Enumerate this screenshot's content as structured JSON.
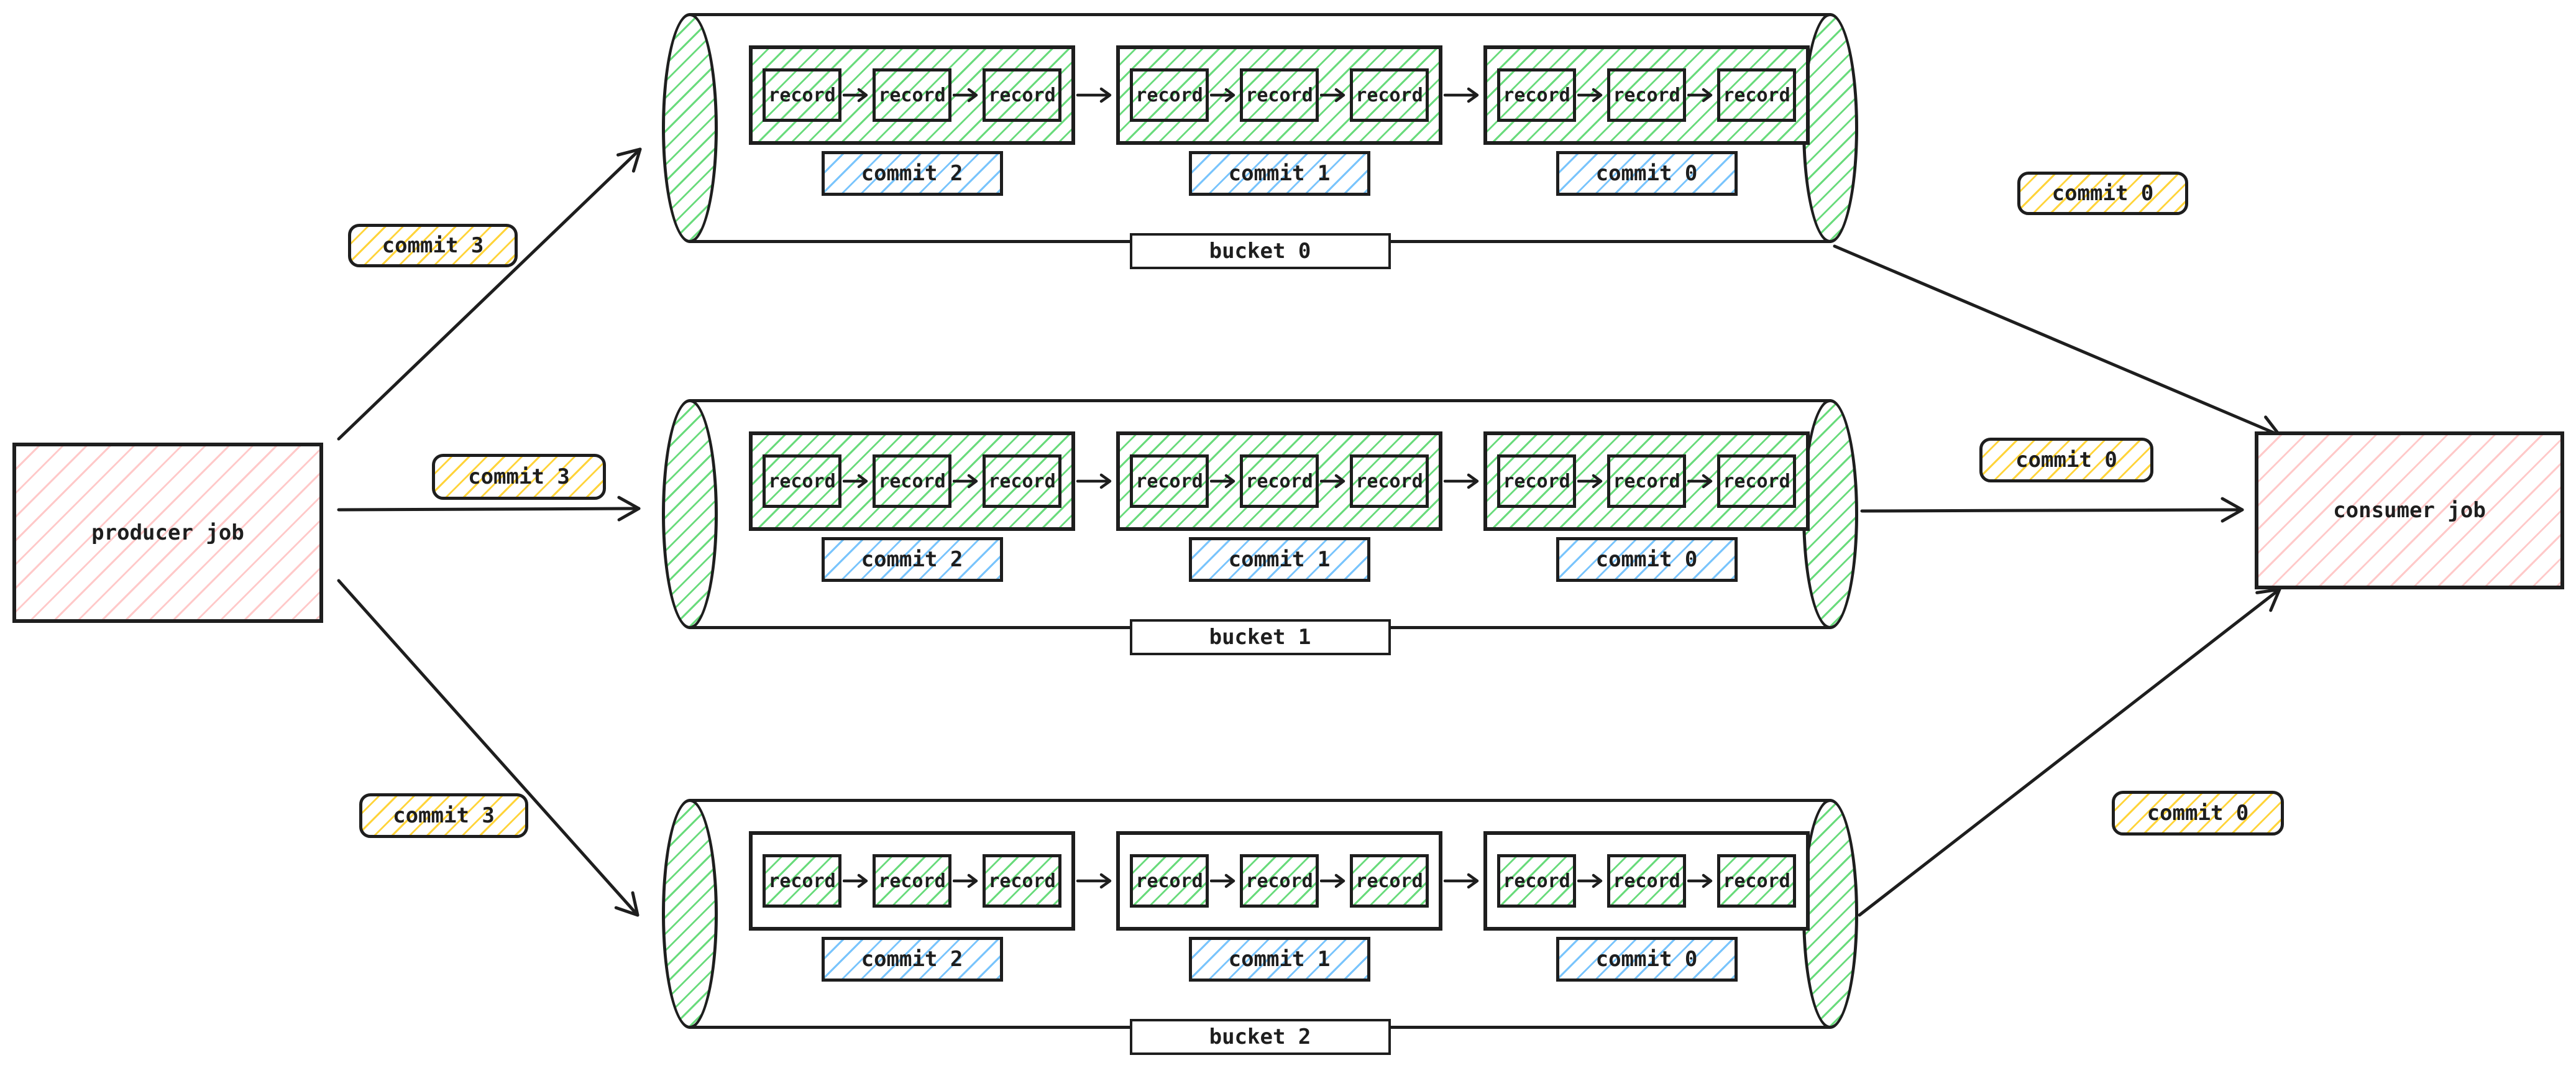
{
  "producer": {
    "label": "producer job"
  },
  "consumer": {
    "label": "consumer job"
  },
  "producer_edges": [
    {
      "label": "commit 3"
    },
    {
      "label": "commit 3"
    },
    {
      "label": "commit 3"
    }
  ],
  "consumer_edges": [
    {
      "label": "commit 0"
    },
    {
      "label": "commit 0"
    },
    {
      "label": "commit 0"
    }
  ],
  "buckets": [
    {
      "name": "bucket 0",
      "group_style": "hatched",
      "commits": [
        {
          "label": "commit 2",
          "records": [
            "record",
            "record",
            "record"
          ]
        },
        {
          "label": "commit 1",
          "records": [
            "record",
            "record",
            "record"
          ]
        },
        {
          "label": "commit 0",
          "records": [
            "record",
            "record",
            "record"
          ]
        }
      ]
    },
    {
      "name": "bucket 1",
      "group_style": "hatched",
      "commits": [
        {
          "label": "commit 2",
          "records": [
            "record",
            "record",
            "record"
          ]
        },
        {
          "label": "commit 1",
          "records": [
            "record",
            "record",
            "record"
          ]
        },
        {
          "label": "commit 0",
          "records": [
            "record",
            "record",
            "record"
          ]
        }
      ]
    },
    {
      "name": "bucket 2",
      "group_style": "plain",
      "commits": [
        {
          "label": "commit 2",
          "records": [
            "record",
            "record",
            "record"
          ]
        },
        {
          "label": "commit 1",
          "records": [
            "record",
            "record",
            "record"
          ]
        },
        {
          "label": "commit 0",
          "records": [
            "record",
            "record",
            "record"
          ]
        }
      ]
    }
  ],
  "colors": {
    "stroke": "#1e1e1e",
    "green_hatch": "#69db7c",
    "blue_hatch": "#79c4fc",
    "yellow_hatch": "#ffd43b",
    "pink_hatch": "#ffc9c9"
  }
}
